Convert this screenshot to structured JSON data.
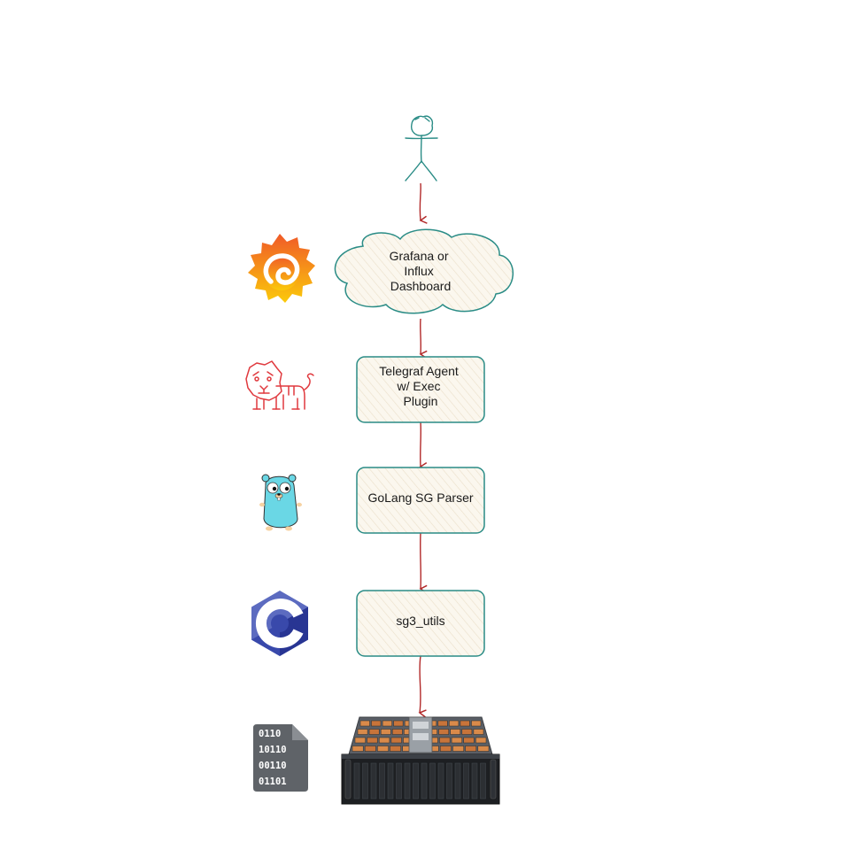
{
  "diagram": {
    "nodes": [
      {
        "id": "user",
        "kind": "actor",
        "lines": []
      },
      {
        "id": "dashboard",
        "kind": "cloud",
        "lines": [
          "Grafana or",
          "Influx",
          "Dashboard"
        ]
      },
      {
        "id": "telegraf",
        "kind": "box",
        "lines": [
          "Telegraf Agent",
          "w/ Exec",
          "Plugin"
        ]
      },
      {
        "id": "parser",
        "kind": "box",
        "lines": [
          "GoLang SG Parser"
        ]
      },
      {
        "id": "sg3utils",
        "kind": "box",
        "lines": [
          "sg3_utils"
        ]
      },
      {
        "id": "storage",
        "kind": "hardware",
        "lines": []
      }
    ],
    "edges": [
      {
        "from": "user",
        "to": "dashboard"
      },
      {
        "from": "dashboard",
        "to": "telegraf"
      },
      {
        "from": "telegraf",
        "to": "parser"
      },
      {
        "from": "parser",
        "to": "sg3utils"
      },
      {
        "from": "sg3utils",
        "to": "storage"
      }
    ],
    "icons": [
      "grafana-logo-icon",
      "telegraf-tiger-icon",
      "golang-gopher-icon",
      "c-language-icon",
      "binary-file-icon"
    ],
    "binary_rows": [
      "0110",
      "10110",
      "00110",
      "01101"
    ],
    "colors": {
      "stroke": "#2a8c86",
      "fill": "#fbf7ee",
      "hatch": "#e8dcc6",
      "arrow": "#b22a2a",
      "grafana_orange": "#f05a28",
      "grafana_yellow": "#fbca0a",
      "tiger": "#e0393e",
      "gopher": "#6ad7e5",
      "c_blue": "#3949ab",
      "file_grey": "#5f6368"
    }
  }
}
